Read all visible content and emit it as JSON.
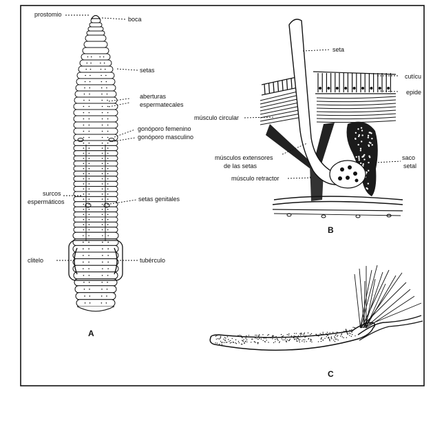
{
  "panels": {
    "a": {
      "letter": "A",
      "labels": {
        "prostomio": "prostomio",
        "boca": "boca",
        "setas": "setas",
        "aberturas": "aberturas",
        "espermatecales": "espermatecales",
        "gonoporo_femenino": "gonóporo femenino",
        "gonoporo_masculino": "gonóporo masculino",
        "surcos": "surcos",
        "espermaticos": "espermáticos",
        "setas_genitales": "setas genitales",
        "clitelo": "clitelo",
        "tuberculo": "tubérculo"
      }
    },
    "b": {
      "letter": "B",
      "labels": {
        "seta": "seta",
        "cuticula": "cutícu",
        "epidermis": "epide",
        "musculo_circular": "músculo circular",
        "musculos_extensores": "músculos extensores",
        "de_las_setas": "de las setas",
        "musculo_retractor": "músculo retractor",
        "saco": "saco",
        "setal": "setal"
      }
    },
    "c": {
      "letter": "C"
    }
  }
}
